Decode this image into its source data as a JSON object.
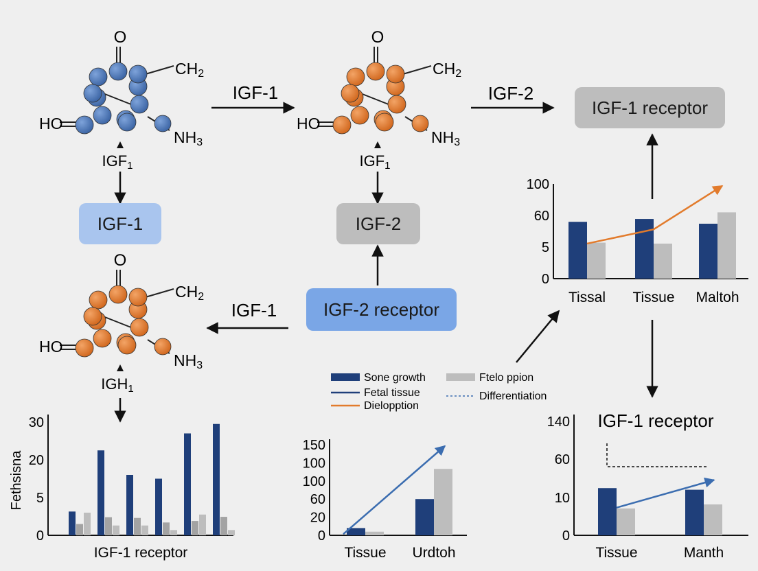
{
  "colors": {
    "background": "#efefef",
    "blue_atom": "#4a74b4",
    "orange_atom": "#e27b2c",
    "bar_dark_blue": "#1f3f7a",
    "bar_gray": "#bdbdbd",
    "bar_mid_gray": "#a3a3a3",
    "line_orange": "#e27b2c",
    "line_blue": "#3b6db0",
    "box_light_blue": "#a9c5ee",
    "box_gray": "#bdbdbd",
    "box_mid_blue": "#7aa6e6"
  },
  "molecules": [
    {
      "color": "blue",
      "top": "O",
      "right": "CH2",
      "left": "HO",
      "bottom_right": "NH3",
      "caption": "IGF1"
    },
    {
      "color": "orange",
      "top": "O",
      "right": "CH2",
      "left": "HO",
      "bottom_right": "NH3",
      "caption": "IGF1"
    },
    {
      "color": "orange",
      "top": "O",
      "right": "CH2",
      "left": "HO",
      "bottom_right": "NH3",
      "caption": "IGH1"
    }
  ],
  "arrow_labels": {
    "mol1_to_mol2": "IGF-1",
    "mol2_to_receptor": "IGF-2",
    "receptor_to_mol3": "IGF-1"
  },
  "boxes": {
    "igf1": "IGF-1",
    "igf2": "IGF-2",
    "igf2_receptor": "IGF-2 receptor",
    "igf1_receptor_top": "IGF-1 receptor"
  },
  "legend": [
    {
      "label": "Sone growth",
      "kind": "swatch",
      "color": "#1f3f7a"
    },
    {
      "label": "Ftelo ppion",
      "kind": "swatch",
      "color": "#bdbdbd"
    },
    {
      "label": "Fetal tissue",
      "kind": "line",
      "color": "#1f3f7a"
    },
    {
      "label": "Differentiation",
      "kind": "dashed",
      "color": "#3b6db0"
    },
    {
      "label": "Dielopption",
      "kind": "line",
      "color": "#e27b2c"
    }
  ],
  "chart_data": [
    {
      "type": "bar",
      "ticks": [
        "0",
        "5",
        "60",
        "100"
      ],
      "categories": [
        "Tissal",
        "Tissue",
        "Maltoh"
      ],
      "series": [
        {
          "color": "#1f3f7a",
          "values": [
            60,
            63,
            58
          ]
        },
        {
          "color": "#bdbdbd",
          "values": [
            38,
            37,
            70
          ]
        }
      ],
      "overlay_line": {
        "color": "#e27b2c",
        "values": [
          37,
          52,
          98
        ]
      }
    },
    {
      "type": "bar",
      "ylabel": "Fethsisna",
      "xlabel": "IGF-1 receptor",
      "ticks": [
        "0",
        "5",
        "20",
        "30"
      ],
      "groups": 6,
      "series": [
        {
          "color": "#1f3f7a",
          "values": [
            6.3,
            22.5,
            16,
            15,
            27,
            29.5
          ]
        },
        {
          "color": "#a3a3a3",
          "values": [
            3,
            4.8,
            4.6,
            3.4,
            3.8,
            4.9
          ]
        },
        {
          "color": "#bdbdbd",
          "values": [
            6,
            2.6,
            2.6,
            1.4,
            5.5,
            1.4
          ]
        }
      ]
    },
    {
      "type": "bar",
      "ticks": [
        "0",
        "20",
        "60",
        "100",
        "100",
        "150"
      ],
      "categories": [
        "Tissue",
        "Urdtoh"
      ],
      "series": [
        {
          "color": "#1f3f7a",
          "values": [
            12,
            60
          ]
        },
        {
          "color": "#bdbdbd",
          "values": [
            6,
            110
          ]
        }
      ],
      "overlay_line": {
        "color": "#3b6db0",
        "values": [
          2,
          148
        ]
      }
    },
    {
      "type": "bar",
      "title": "IGF-1 receptor",
      "ticks": [
        "0",
        "10",
        "60",
        "140"
      ],
      "categories": [
        "Tissue",
        "Manth"
      ],
      "series": [
        {
          "color": "#1f3f7a",
          "values": [
            58,
            56
          ]
        },
        {
          "color": "#bdbdbd",
          "values": [
            33,
            38
          ]
        }
      ],
      "overlay_line": {
        "color": "#3b6db0",
        "values": [
          34,
          68
        ]
      }
    }
  ]
}
